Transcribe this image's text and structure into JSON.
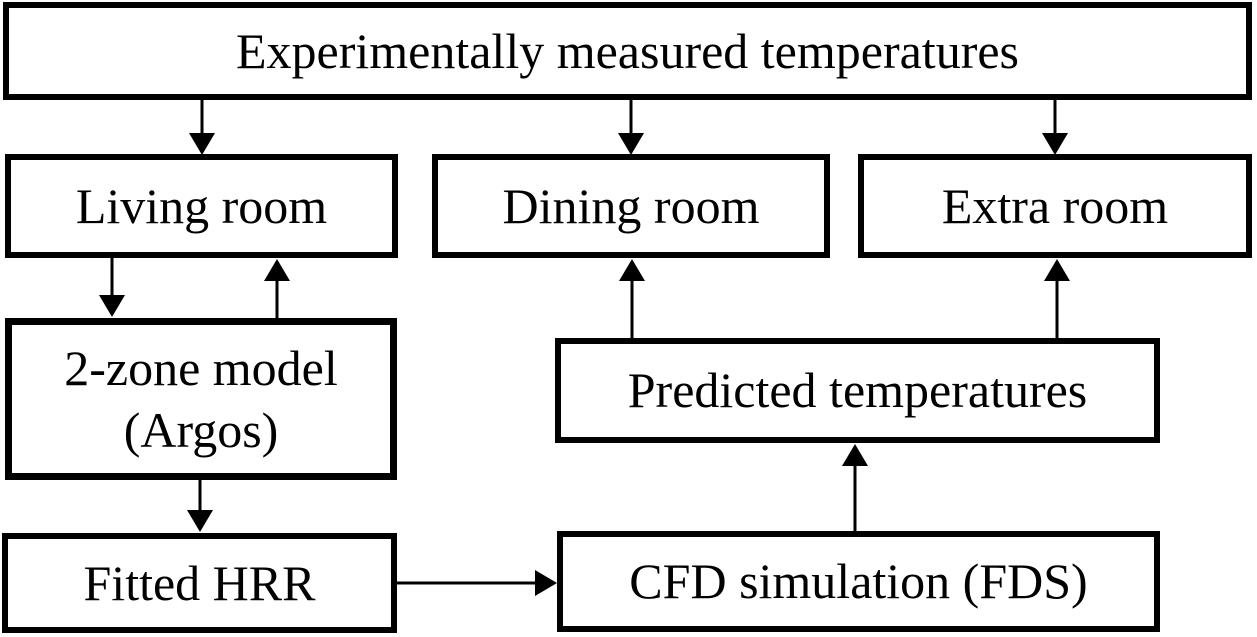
{
  "diagram": {
    "background_color": "#ffffff",
    "line_color": "#000000",
    "text_color": "#000000",
    "boxes": {
      "measured": {
        "label": "Experimentally measured temperatures"
      },
      "living": {
        "label": "Living room"
      },
      "dining": {
        "label": "Dining room"
      },
      "extra": {
        "label": "Extra room"
      },
      "two_zone": {
        "line1": "2-zone model",
        "line2": "(Argos)"
      },
      "predicted": {
        "label": "Predicted temperatures"
      },
      "fitted": {
        "label": "Fitted HRR"
      },
      "cfd": {
        "label": "CFD simulation (FDS)"
      }
    },
    "connections": [
      {
        "from": "Experimentally measured temperatures",
        "to": "Living room",
        "direction": "down"
      },
      {
        "from": "Experimentally measured temperatures",
        "to": "Dining room",
        "direction": "down"
      },
      {
        "from": "Experimentally measured temperatures",
        "to": "Extra room",
        "direction": "down"
      },
      {
        "from": "Living room",
        "to": "2-zone model (Argos)",
        "direction": "down"
      },
      {
        "from": "2-zone model (Argos)",
        "to": "Living room",
        "direction": "up"
      },
      {
        "from": "2-zone model (Argos)",
        "to": "Fitted HRR",
        "direction": "down"
      },
      {
        "from": "Fitted HRR",
        "to": "CFD simulation (FDS)",
        "direction": "right"
      },
      {
        "from": "CFD simulation (FDS)",
        "to": "Predicted temperatures",
        "direction": "up"
      },
      {
        "from": "Predicted temperatures",
        "to": "Dining room",
        "direction": "up"
      },
      {
        "from": "Predicted temperatures",
        "to": "Extra room",
        "direction": "up"
      }
    ]
  }
}
